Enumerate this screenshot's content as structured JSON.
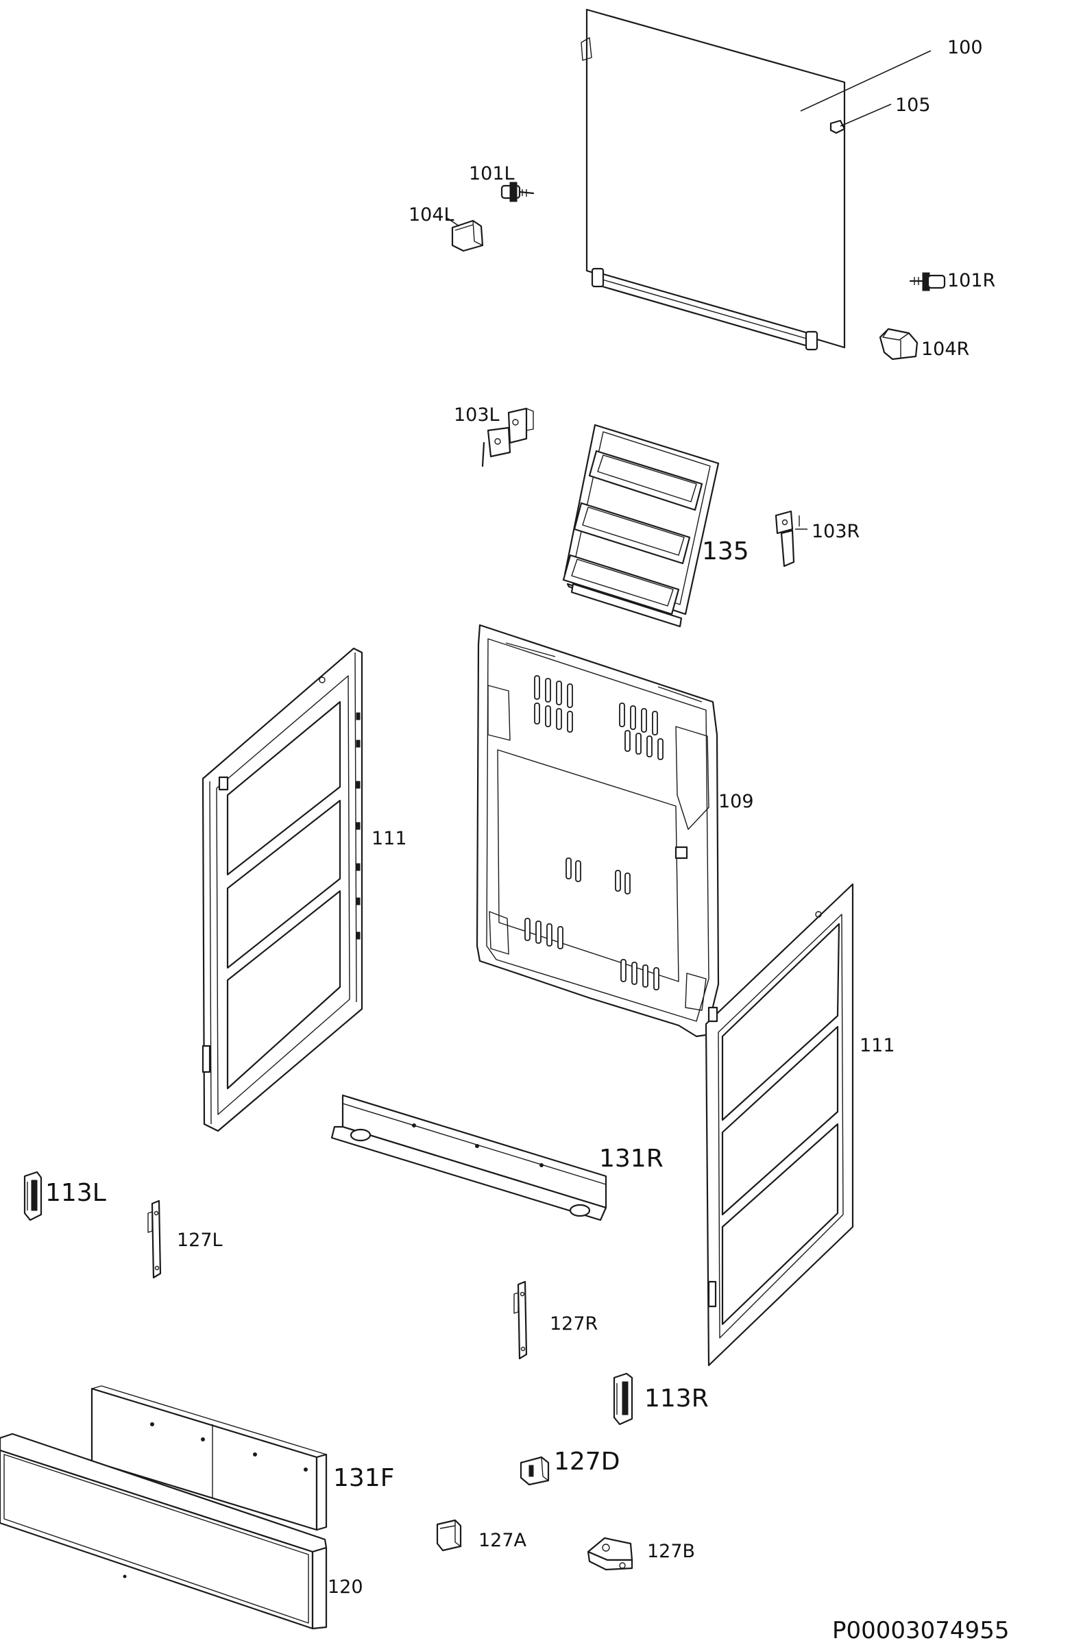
{
  "labels": {
    "l100": "100",
    "l105": "105",
    "l101L": "101L",
    "l104L": "104L",
    "l101R": "101R",
    "l104R": "104R",
    "l103L": "103L",
    "l103R": "103R",
    "l135": "135",
    "l109": "109",
    "l111a": "111",
    "l111b": "111",
    "l131R": "131R",
    "l113L": "113L",
    "l127L": "127L",
    "l127R": "127R",
    "l113R": "113R",
    "l127D": "127D",
    "l131F": "131F",
    "l127A": "127A",
    "l127B": "127B",
    "l120": "120"
  },
  "drawing_code": "P00003074955"
}
